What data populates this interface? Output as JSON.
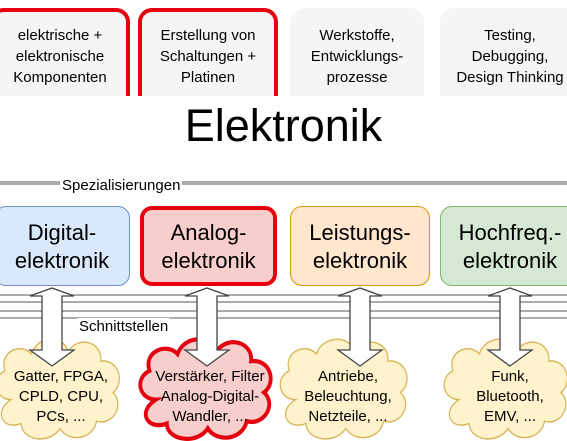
{
  "top_cards": [
    {
      "lines": [
        "elektrische +",
        "elektronische",
        "Komponenten"
      ],
      "highlighted": true
    },
    {
      "lines": [
        "Erstellung von",
        "Schaltungen +",
        "Platinen"
      ],
      "highlighted": true
    },
    {
      "lines": [
        "Werkstoffe,",
        "Entwicklungs-",
        "prozesse"
      ],
      "highlighted": false
    },
    {
      "lines": [
        "Testing,",
        "Debugging,",
        "Design Thinking"
      ],
      "highlighted": false
    }
  ],
  "title": "Elektronik",
  "labels": {
    "specializations": "Spezialisierungen",
    "interfaces": "Schnittstellen"
  },
  "boxes": [
    {
      "lines": [
        "Digital-",
        "elektronik"
      ],
      "fill": "#dae8fc",
      "stroke": "#6c8ebf",
      "highlighted": false
    },
    {
      "lines": [
        "Analog-",
        "elektronik"
      ],
      "fill": "#f8cecc",
      "stroke": "#e5000f",
      "highlighted": true
    },
    {
      "lines": [
        "Leistungs-",
        "elektronik"
      ],
      "fill": "#ffe6cc",
      "stroke": "#d79b00",
      "highlighted": false
    },
    {
      "lines": [
        "Hochfreq.-",
        "elektronik"
      ],
      "fill": "#d5e8d4",
      "stroke": "#82b366",
      "highlighted": false
    }
  ],
  "clouds": [
    {
      "lines": [
        "Gatter, FPGA,",
        "CPLD, CPU,",
        "PCs, ..."
      ],
      "highlighted": false
    },
    {
      "lines": [
        "Verstärker, Filter",
        "Analog-Digital-",
        "Wandler, ..."
      ],
      "highlighted": true
    },
    {
      "lines": [
        "Antriebe,",
        "Beleuchtung,",
        "Netzteile, ..."
      ],
      "highlighted": false
    },
    {
      "lines": [
        "Funk,",
        "Bluetooth,",
        "EMV, ..."
      ],
      "highlighted": false
    }
  ],
  "colors": {
    "highlight": "#e5000f",
    "cloud_fill": "#fff2cc",
    "cloud_stroke": "#d6b656"
  }
}
